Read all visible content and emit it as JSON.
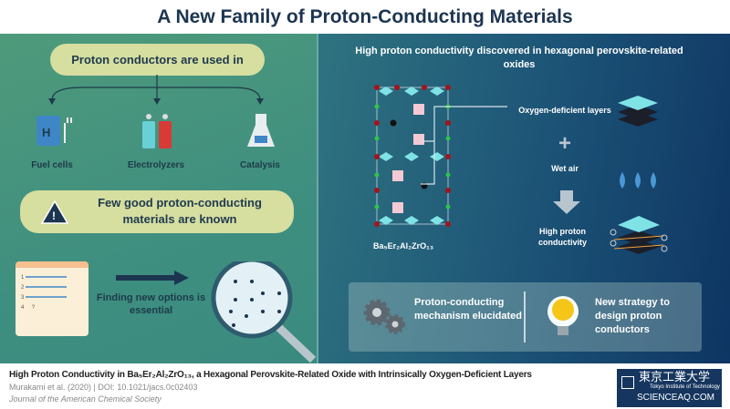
{
  "title": "A New Family of Proton-Conducting Materials",
  "left": {
    "uses_heading": "Proton conductors are used in",
    "uses": [
      {
        "label": "Fuel cells",
        "icon": "fuel-cell-icon",
        "icon_text": "H2"
      },
      {
        "label": "Electrolyzers",
        "icon": "electrolyzer-icon"
      },
      {
        "label": "Catalysis",
        "icon": "flask-icon"
      }
    ],
    "warning": "Few good proton-conducting materials are known",
    "list_numbers": [
      "1",
      "2",
      "3",
      "4",
      "?"
    ],
    "finding": "Finding new options is essential"
  },
  "right": {
    "heading": "High proton conductivity discovered in hexagonal perovskite-related oxides",
    "formula": "Ba₅Er₂Al₂ZrO₁₃",
    "oxygen_label": "Oxygen-deficient layers",
    "plus": "+",
    "wet_air": "Wet air",
    "result": "High proton conductivity",
    "box": {
      "mechanism": "Proton-conducting mechanism elucidated",
      "strategy": "New strategy to design proton conductors"
    }
  },
  "footer": {
    "paper_title": "High Proton Conductivity in Ba₅Er₂Al₂ZrO₁₃, a Hexagonal Perovskite-Related Oxide with Intrinsically Oxygen-Deficient Layers",
    "authors": "Murakami et al. (2020) | DOI: 10.1021/jacs.0c02403",
    "journal": "Journal of the American Chemical Society",
    "logo_jp": "東京工業大学",
    "logo_en": "Tokyo Institute of Technology",
    "watermark": "SCIENCEAQ.COM"
  },
  "colors": {
    "pill": "#d6dea0",
    "navy": "#1c3550",
    "accent_cyan": "#7fe3e6"
  }
}
